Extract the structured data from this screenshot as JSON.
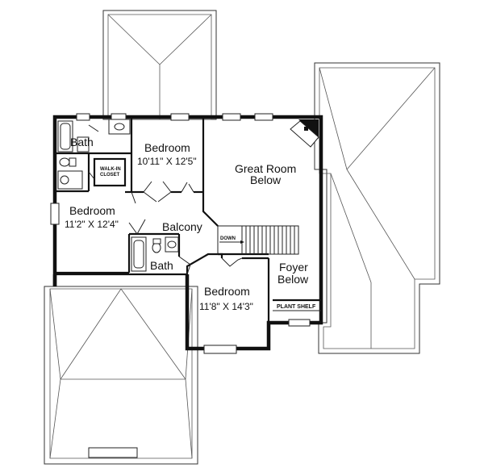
{
  "rooms": {
    "bath_top": "Bath",
    "bedroom_top_label": "Bedroom",
    "bedroom_top_dims": "10'11\" X 12'5\"",
    "walkin_closet_line1": "WALK-IN",
    "walkin_closet_line2": "CLOSET",
    "great_room_line1": "Great Room",
    "great_room_line2": "Below",
    "bedroom_left_label": "Bedroom",
    "bedroom_left_dims": "11'2\" X 12'4\"",
    "balcony": "Balcony",
    "bath_mid": "Bath",
    "bedroom_bottom_label": "Bedroom",
    "bedroom_bottom_dims": "11'8\" X 14'3\"",
    "foyer_line1": "Foyer",
    "foyer_line2": "Below",
    "plant_shelf": "PLANT SHELF",
    "stair_down": "DOWN"
  }
}
